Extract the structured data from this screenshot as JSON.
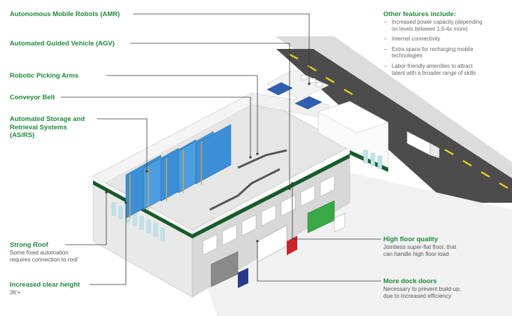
{
  "callouts": {
    "amr": {
      "title": "Autonomous Mobile Robots (AMR)"
    },
    "agv": {
      "title": "Automated Guided Vehicle (AGV)"
    },
    "arms": {
      "title": "Robotic Picking Arms"
    },
    "conveyor": {
      "title": "Conveyor Belt"
    },
    "asrs": {
      "title_line1": "Automated Storage and",
      "title_line2": "Retrieval Systems",
      "title_line3": "(AS/RS)"
    },
    "roof": {
      "title": "Strong Roof",
      "desc_line1": "Some fixed automation",
      "desc_line2": "requires connection to roof"
    },
    "height": {
      "title": "Increased clear height",
      "desc": "36'+"
    },
    "floor": {
      "title": "High floor quality",
      "desc_line1": "Jointless super-flat floor, that",
      "desc_line2": "can handle high floor load"
    },
    "docks": {
      "title": "More dock doors",
      "desc_line1": "Necessary to prevent build-up,",
      "desc_line2": "due to Increased efficiency"
    }
  },
  "other_features": {
    "title": "Other features include:",
    "items": [
      {
        "line1": "Increased power capacity (depending",
        "line2": "on levels between 1.5-4x more)"
      },
      {
        "line1": "Internet connectivity",
        "line2": ""
      },
      {
        "line1": "Extra space for recharging mobile",
        "line2": "technologies"
      },
      {
        "line1": "Labor-friendly amenities to attract",
        "line2": "talent with a broader range of skills"
      }
    ]
  },
  "colors": {
    "accent_green": "#1f8a3a",
    "leader_line": "#333333",
    "rack_blue": "#3a8fd6",
    "rack_orange": "#e8a13a",
    "truck_red": "#c8262c",
    "truck_green": "#3aa844",
    "road": "#4a4a4a",
    "road_marking": "#f2d21b"
  }
}
